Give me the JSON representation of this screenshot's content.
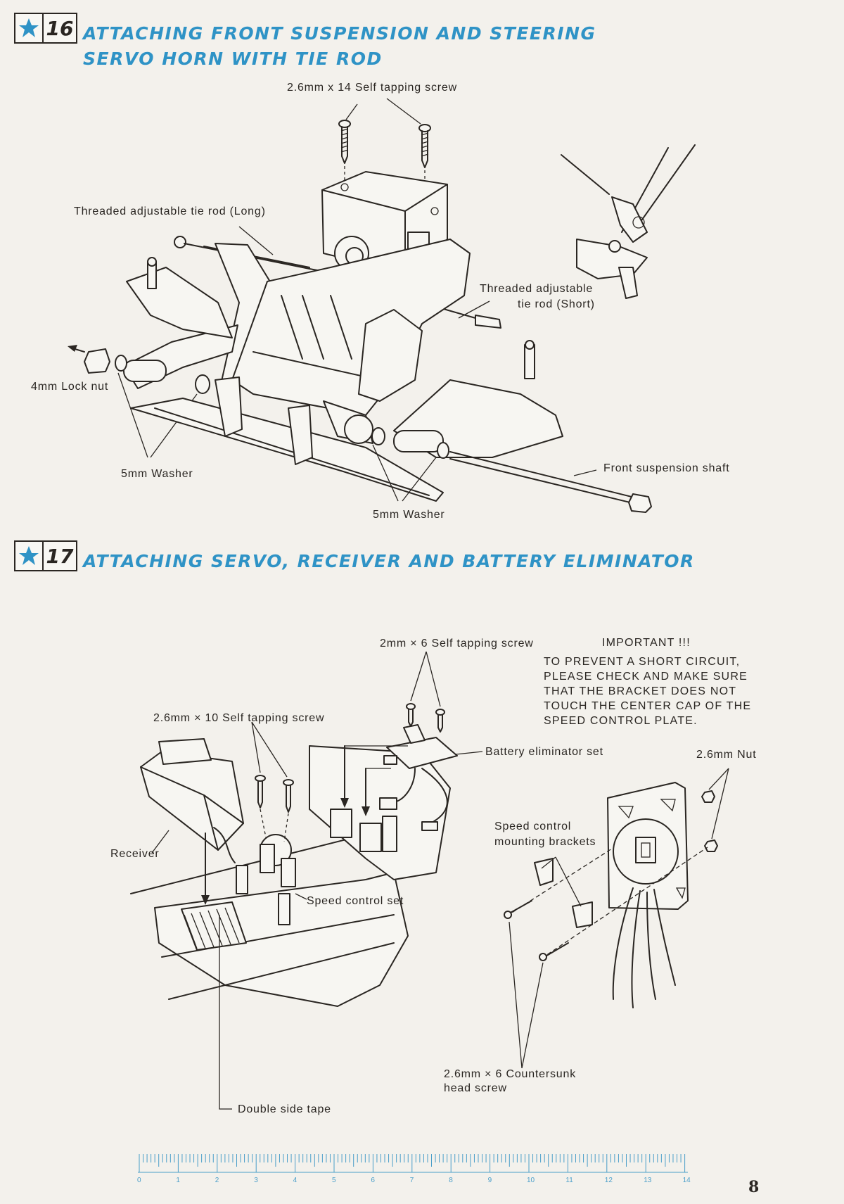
{
  "steps": [
    {
      "number": "16",
      "title_line1": "ATTACHING FRONT SUSPENSION AND STEERING",
      "title_line2": "SERVO HORN WITH TIE ROD",
      "labels": {
        "screw": "2.6mm x 14 Self tapping screw",
        "tie_rod_long": "Threaded adjustable tie rod (Long)",
        "tie_rod_short_1": "Threaded adjustable",
        "tie_rod_short_2": "tie rod (Short)",
        "lock_nut": "4mm Lock nut",
        "washer_left": "5mm Washer",
        "washer_right": "5mm Washer",
        "shaft": "Front suspension shaft"
      }
    },
    {
      "number": "17",
      "title_line1": "ATTACHING SERVO, RECEIVER AND BATTERY ELIMINATOR",
      "labels": {
        "screw_2mm": "2mm × 6 Self tapping screw",
        "screw_26mm": "2.6mm × 10 Self tapping screw",
        "battery_eliminator": "Battery eliminator set",
        "receiver": "Receiver",
        "speed_control_set": "Speed control set",
        "double_side_tape": "Double side tape",
        "nut": "2.6mm Nut",
        "brackets_1": "Speed control",
        "brackets_2": "mounting brackets",
        "countersunk_1": "2.6mm × 6 Countersunk",
        "countersunk_2": "head screw"
      },
      "important": {
        "title": "IMPORTANT !!!",
        "lines": [
          "TO PREVENT A SHORT CIRCUIT,",
          "PLEASE CHECK AND MAKE SURE",
          "THAT THE BRACKET DOES NOT",
          "TOUCH THE CENTER CAP OF THE",
          "SPEED CONTROL PLATE."
        ]
      }
    }
  ],
  "ruler": {
    "ticks": [
      "0",
      "1",
      "2",
      "3",
      "4",
      "5",
      "6",
      "7",
      "8",
      "9",
      "10",
      "11",
      "12",
      "13",
      "14"
    ]
  },
  "page_number": "8",
  "colors": {
    "heading": "#2f93c6",
    "ink": "#2a2622",
    "paper": "#f3f1ec"
  },
  "icons": {
    "step_badge": "star-icon"
  }
}
